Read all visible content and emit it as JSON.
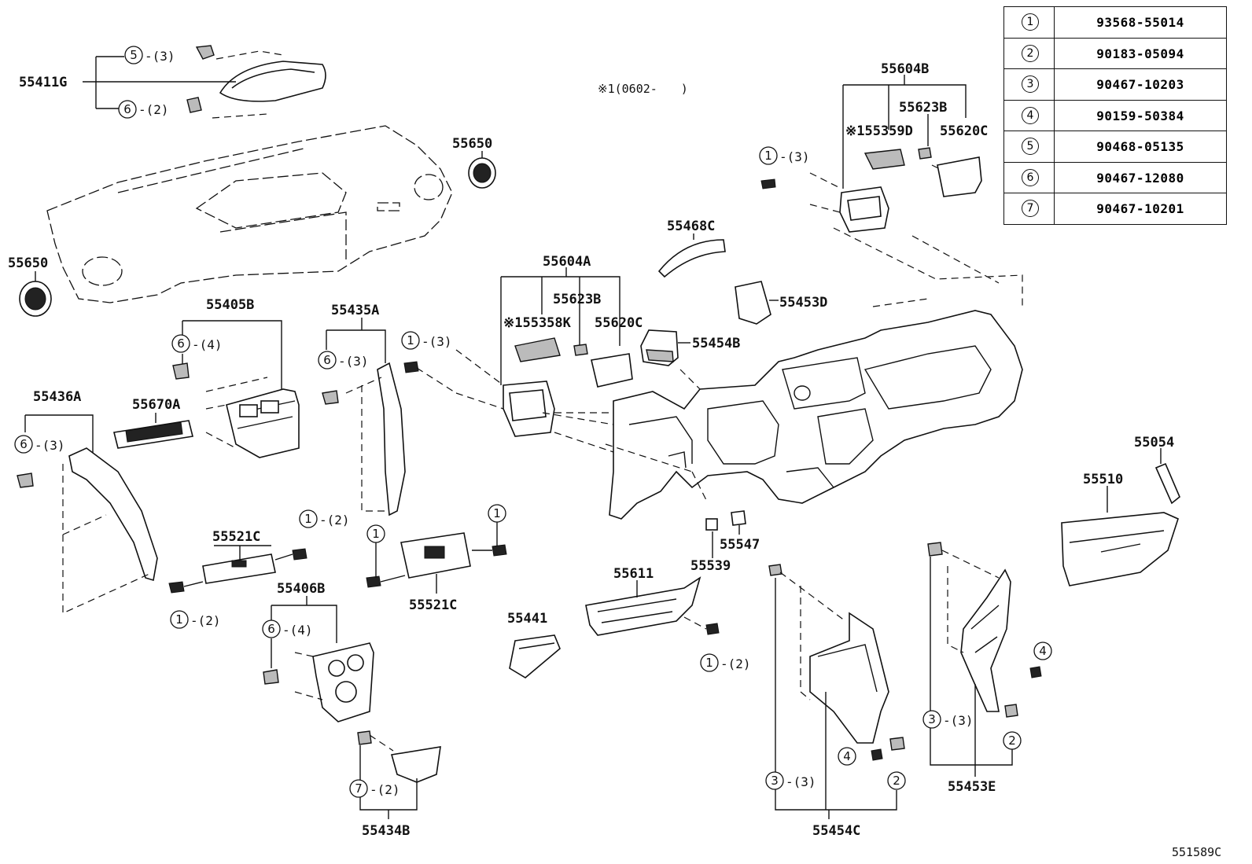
{
  "note": "※1(0602-　　)",
  "diagram_code": "551589C",
  "legend": [
    {
      "key": "1",
      "part": "93568-55014"
    },
    {
      "key": "2",
      "part": "90183-05094"
    },
    {
      "key": "3",
      "part": "90467-10203"
    },
    {
      "key": "4",
      "part": "90159-50384"
    },
    {
      "key": "5",
      "part": "90468-05135"
    },
    {
      "key": "6",
      "part": "90467-12080"
    },
    {
      "key": "7",
      "part": "90467-10201"
    }
  ],
  "parts": {
    "p55411G": "55411G",
    "p55650a": "55650",
    "p55650b": "55650",
    "p55604B": "55604B",
    "p55623Bb": "55623B",
    "p55359D": "※155359D",
    "p55620Cb": "55620C",
    "p55468C": "55468C",
    "p55604A": "55604A",
    "p55623Ba": "55623B",
    "p55358K": "※155358K",
    "p55620Ca": "55620C",
    "p55453D": "55453D",
    "p55454B": "55454B",
    "p55405B": "55405B",
    "p55435A": "55435A",
    "p55436A": "55436A",
    "p55670A": "55670A",
    "p55521Ca": "55521C",
    "p55521Cb": "55521C",
    "p55406B": "55406B",
    "p55434B": "55434B",
    "p55441": "55441",
    "p55611": "55611",
    "p55539": "55539",
    "p55547": "55547",
    "p55054": "55054",
    "p55510": "55510",
    "p55454C": "55454C",
    "p55453E": "55453E"
  },
  "callouts": {
    "c1": "5",
    "q1": "-(3)",
    "c2": "6",
    "q2": "-(2)",
    "c3": "1",
    "q3": "-(3)",
    "c4": "6",
    "q4": "-(4)",
    "c5": "6",
    "q5": "-(3)",
    "c6": "1",
    "q6": "-(3)",
    "c7": "6",
    "q7": "-(3)",
    "c8": "1",
    "q8": "-(2)",
    "c9": "1",
    "q9": "-(2)",
    "c10": "1",
    "c11": "1",
    "c12": "6",
    "q12": "-(4)",
    "c13": "7",
    "q13": "-(2)",
    "c14": "1",
    "q14": "-(2)",
    "c15": "3",
    "q15": "-(3)",
    "c16": "4",
    "c17": "2",
    "c18": "3",
    "q18": "-(3)",
    "c19": "4",
    "c20": "2"
  }
}
